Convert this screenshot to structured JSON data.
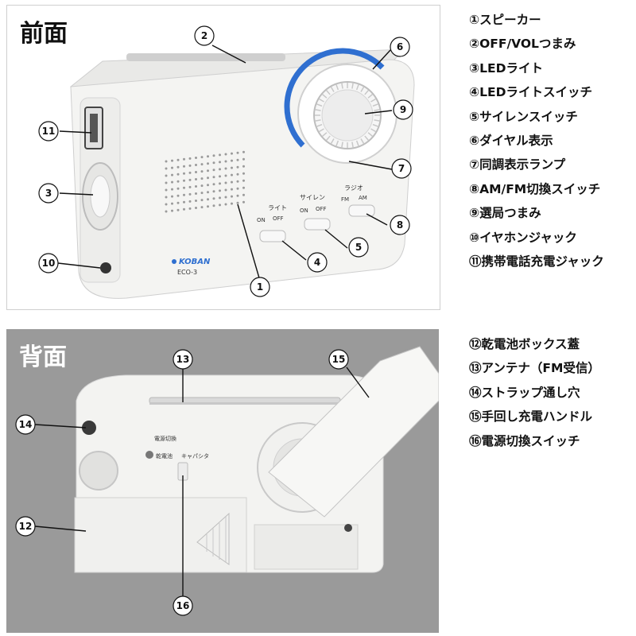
{
  "front": {
    "title": "前面",
    "legend": [
      "①スピーカー",
      "②OFF/VOLつまみ",
      "③LEDライト",
      "④LEDライトスイッチ",
      "⑤サイレンスイッチ",
      "⑥ダイヤル表示",
      "⑦同調表示ランプ",
      "⑧AM/FM切換スイッチ",
      "⑨選局つまみ",
      "⑩イヤホンジャック",
      "⑪携帯電話充電ジャック"
    ],
    "callouts": [
      "1",
      "2",
      "3",
      "4",
      "5",
      "6",
      "7",
      "8",
      "9",
      "10",
      "11"
    ],
    "device_labels": {
      "light": "ライト",
      "siren": "サイレン",
      "radio": "ラジオ",
      "on": "ON",
      "off": "OFF",
      "fm": "FM",
      "am": "AM",
      "brand": "KOBAN",
      "model": "ECO-3"
    }
  },
  "back": {
    "title": "背面",
    "legend": [
      "⑫乾電池ボックス蓋",
      "⑬アンテナ（FM受信）",
      "⑭ストラップ通し穴",
      "⑮手回し充電ハンドル",
      "⑯電源切換スイッチ"
    ],
    "callouts": [
      "12",
      "13",
      "14",
      "15",
      "16"
    ],
    "device_labels": {
      "switch_title": "電源切換",
      "battery": "乾電池",
      "capacitor": "キャパシタ"
    }
  },
  "colors": {
    "dial_blue": "#2f6fd0",
    "back_background": "#9a9a9a",
    "device_white": "#f3f3f1"
  }
}
